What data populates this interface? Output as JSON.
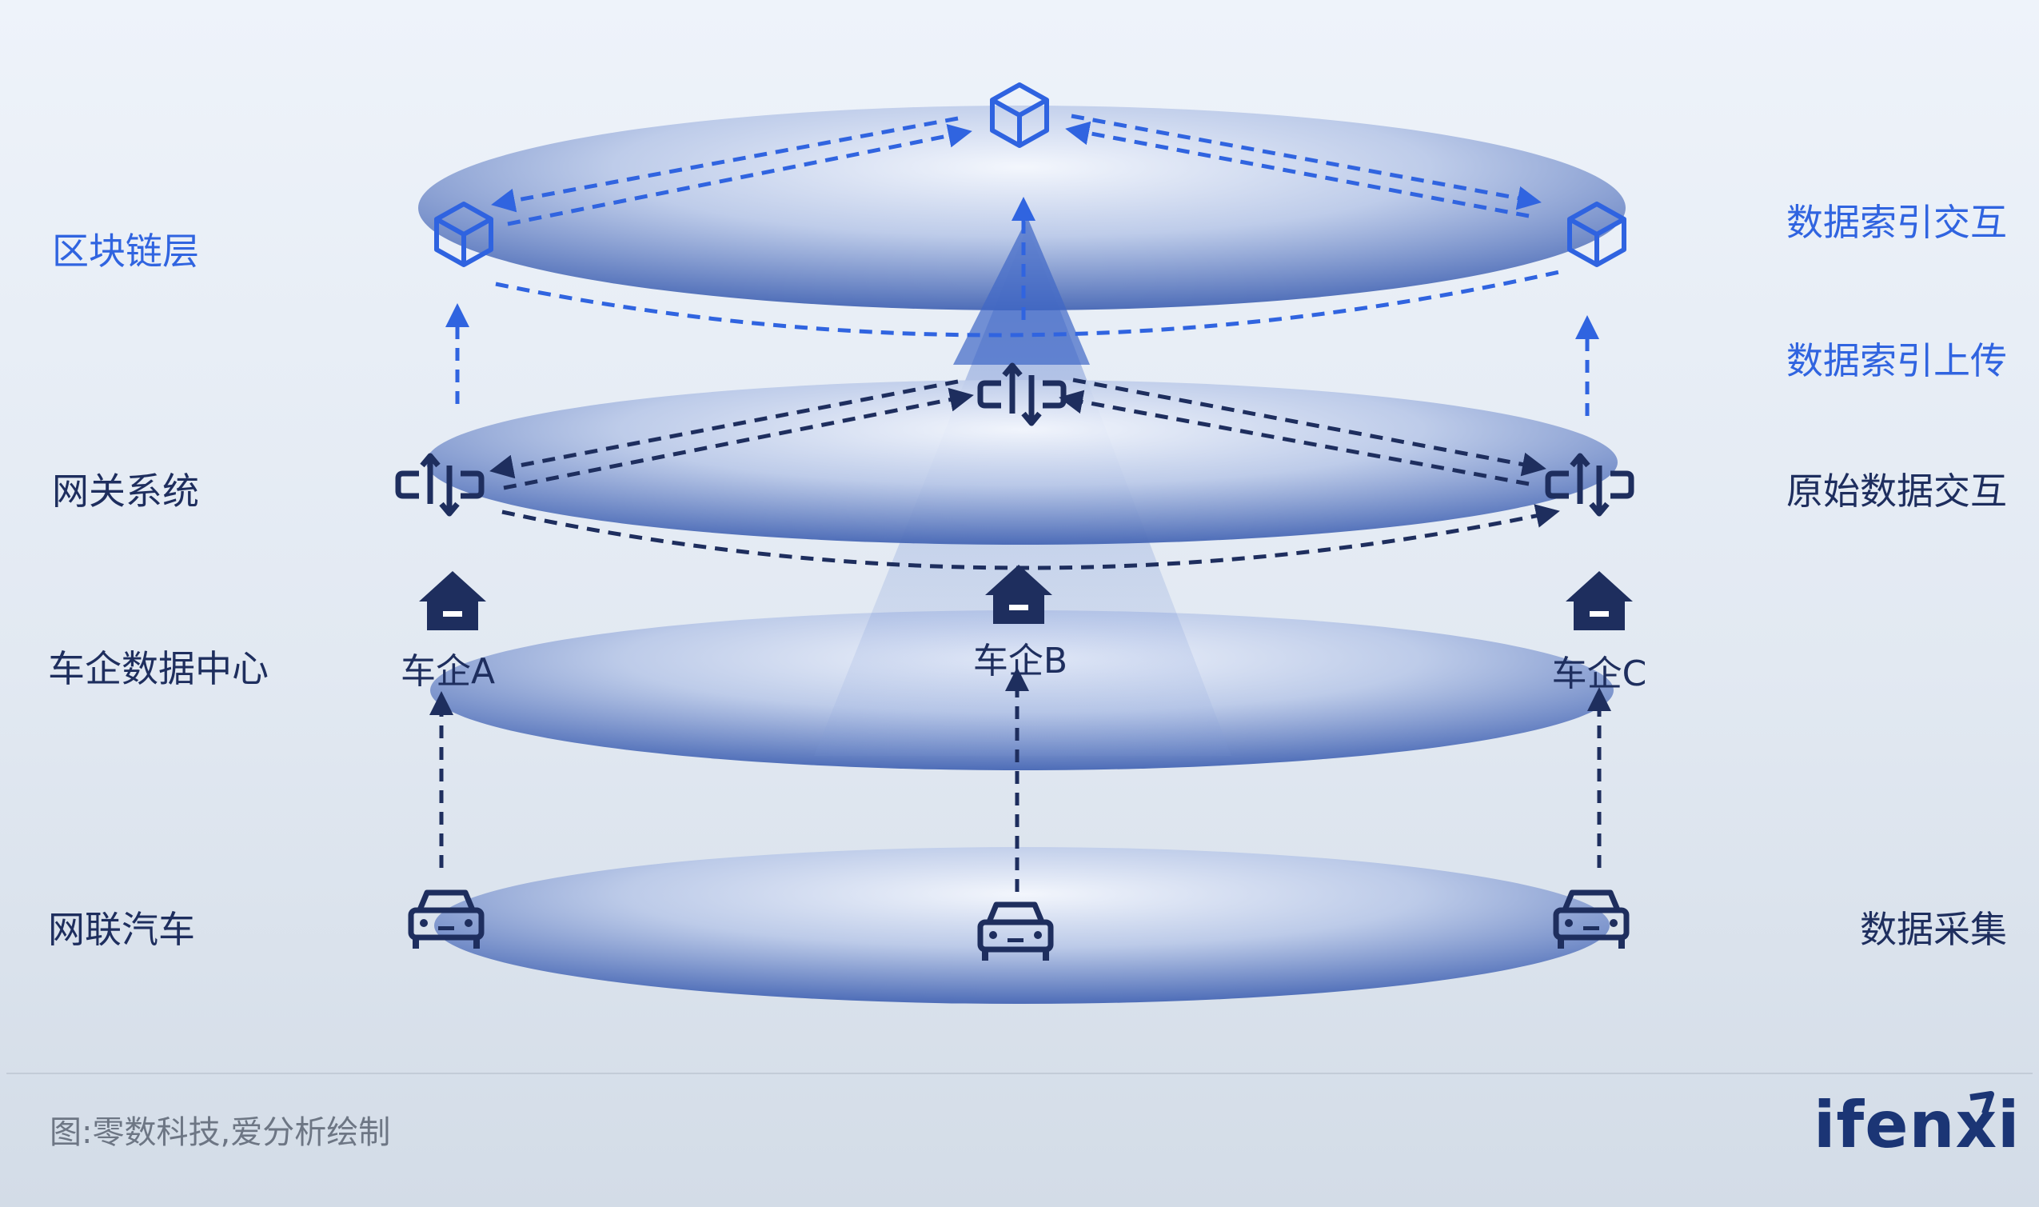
{
  "layers": [
    {
      "left": "区块链层",
      "right": "数据索引交互"
    },
    {
      "left": "",
      "right": "数据索引上传"
    },
    {
      "left": "网关系统",
      "right": "原始数据交互"
    },
    {
      "left": "车企数据中心",
      "right": ""
    },
    {
      "left": "网联汽车",
      "right": "数据采集"
    }
  ],
  "companies": [
    "车企A",
    "车企B",
    "车企C"
  ],
  "footer": {
    "source": "图:零数科技,爱分析绘制",
    "brand": "ifenxi"
  },
  "icons": {
    "blockchain": "cube-icon",
    "gateway": "gateway-exchange-icon",
    "datacenter": "house-icon",
    "vehicle": "car-icon"
  },
  "colors": {
    "blue": "#3064e0",
    "navy": "#1e2e5e",
    "disc": "#3d5fb0"
  }
}
